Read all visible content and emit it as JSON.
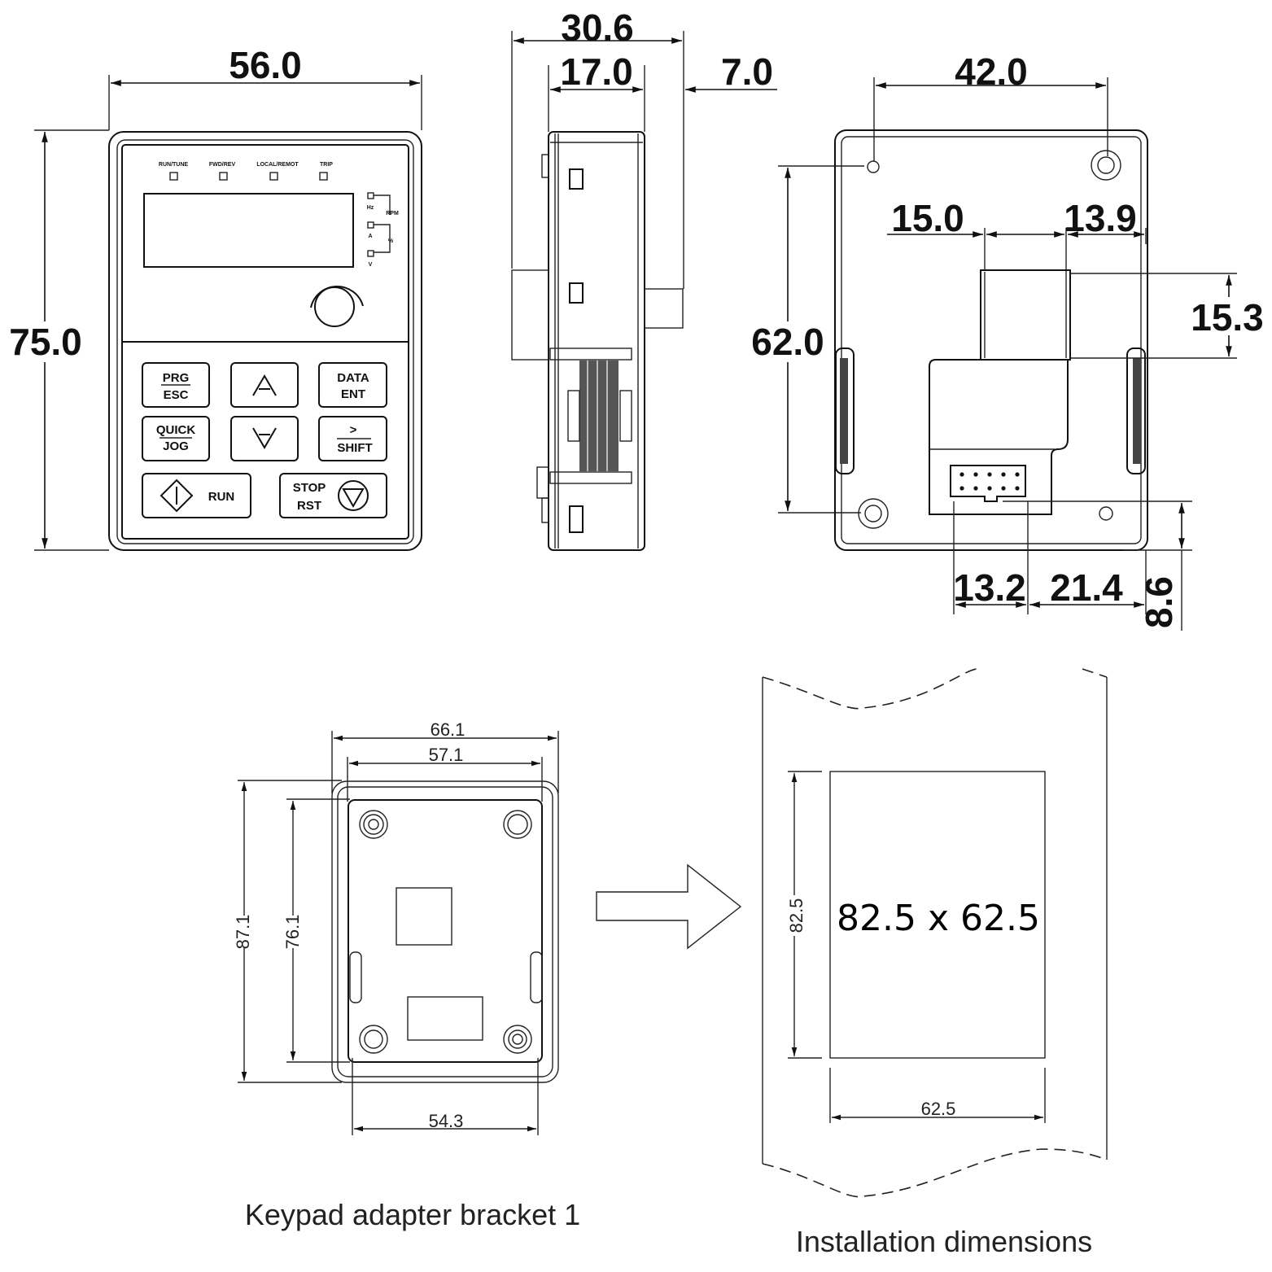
{
  "front_view": {
    "width_dim": "56.0",
    "height_dim": "75.0",
    "indicators": [
      "RUN/TUNE",
      "FWD/REV",
      "LOCAL/REMOT",
      "TRIP"
    ],
    "unit_labels": [
      "Hz",
      "A",
      "V",
      "RPM",
      "%"
    ],
    "keys": {
      "prg": "PRG",
      "esc": "ESC",
      "data": "DATA",
      "ent": "ENT",
      "quick": "QUICK",
      "jog": "JOG",
      "shift_arrow": ">",
      "shift": "SHIFT",
      "run": "RUN",
      "stop": "STOP",
      "rst": "RST"
    }
  },
  "side_view": {
    "overall_dim": "30.6",
    "body_dim": "17.0",
    "protrusion_dim": "7.0"
  },
  "back_view": {
    "hole_spacing_dim": "42.0",
    "height_dim": "62.0",
    "left_offset_dim": "15.0",
    "right_offset_dim": "13.9",
    "window_height_dim": "15.3",
    "connector_left_dim": "13.2",
    "connector_right_dim": "21.4",
    "connector_bottom_dim": "8.6"
  },
  "bracket": {
    "outer_width_dim": "66.1",
    "inner_width_dim": "57.1",
    "outer_height_dim": "87.1",
    "inner_height_dim": "76.1",
    "bottom_width_dim": "54.3",
    "caption": "Keypad adapter bracket 1"
  },
  "installation": {
    "cutout_label": "82.5 x 62.5",
    "height_dim": "82.5",
    "width_dim": "62.5",
    "caption": "Installation dimensions"
  }
}
